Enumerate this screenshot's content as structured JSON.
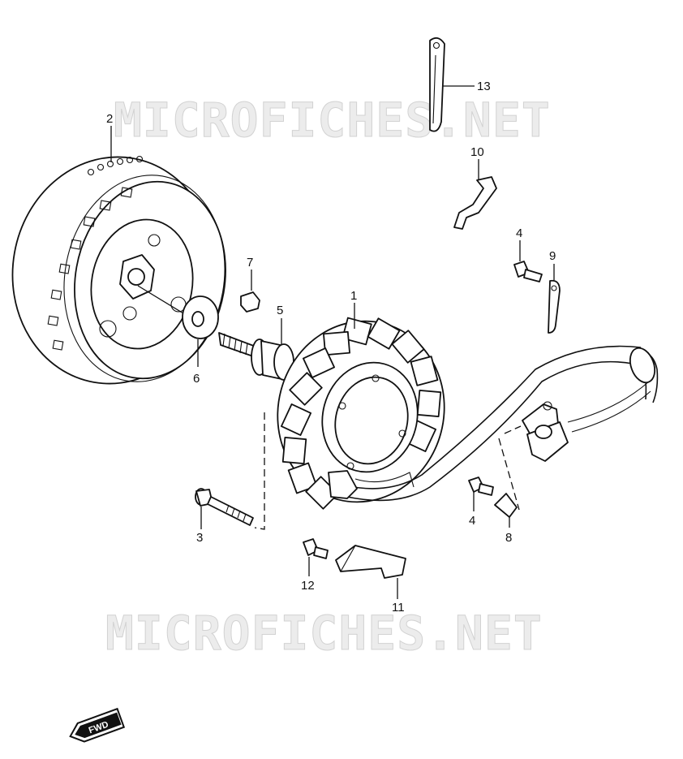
{
  "watermarks": [
    "MICROFICHES.NET",
    "MICROFICHES.NET"
  ],
  "callouts": [
    {
      "number": "1",
      "part": "stator"
    },
    {
      "number": "2",
      "part": "rotor"
    },
    {
      "number": "3",
      "part": "bolt"
    },
    {
      "number": "4",
      "part": "bolt"
    },
    {
      "number": "4",
      "part": "bolt"
    },
    {
      "number": "5",
      "part": "rotor-bolt"
    },
    {
      "number": "6",
      "part": "washer"
    },
    {
      "number": "7",
      "part": "key"
    },
    {
      "number": "8",
      "part": "clamp"
    },
    {
      "number": "9",
      "part": "clamp"
    },
    {
      "number": "10",
      "part": "clamp"
    },
    {
      "number": "11",
      "part": "cover-plate"
    },
    {
      "number": "12",
      "part": "bolt"
    },
    {
      "number": "13",
      "part": "clamp"
    }
  ],
  "direction_badge": "FWD"
}
